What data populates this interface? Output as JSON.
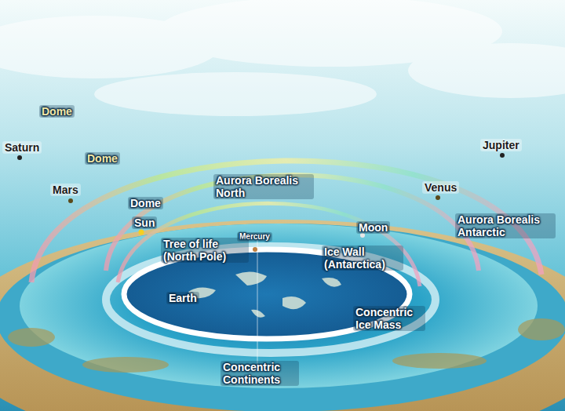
{
  "diagram": {
    "labels": [
      "Dome",
      "Saturn",
      "Dome",
      "Jupiter",
      "Mars",
      "Aurora Borealis North",
      "Venus",
      "Dome",
      "Sun",
      "Mercury",
      "Moon",
      "Aurora Borealis Antarctic",
      "Tree of life (North Pole)",
      "Ice Wall (Antarctica)",
      "Earth",
      "Concentric Ice Mass",
      "Concentric Continents"
    ]
  }
}
